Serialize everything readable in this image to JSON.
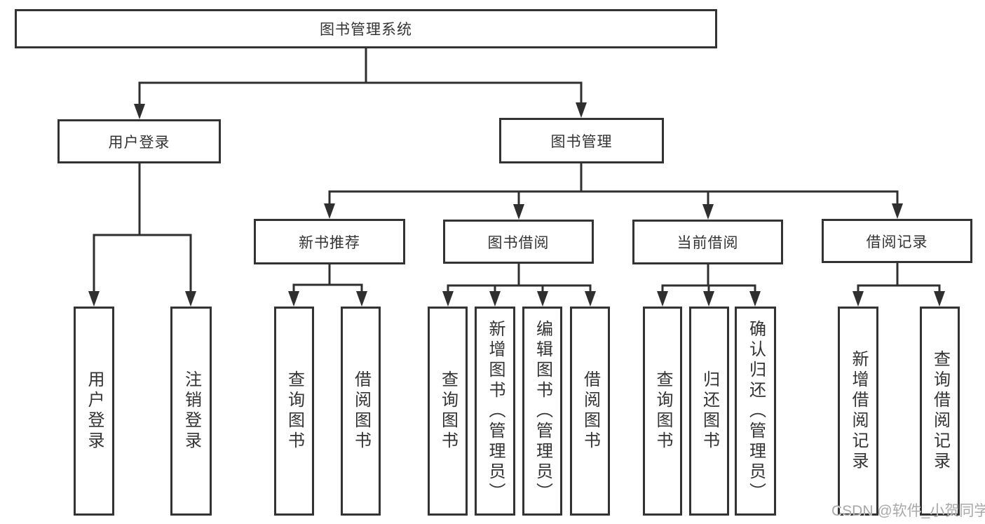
{
  "diagram": {
    "root_label": "图书管理系统",
    "nodes": {
      "user_login": "用户登录",
      "book_management": "图书管理",
      "new_book_recommend": "新书推荐",
      "book_borrow": "图书借阅",
      "current_borrow": "当前借阅",
      "borrow_records": "借阅记录"
    },
    "leaves": {
      "user": [
        "用户登录",
        "注销登录"
      ],
      "newbook": [
        "查询图书",
        "借阅图书"
      ],
      "borrow": [
        "查询图书",
        "新增图书（管理员）",
        "编辑图书（管理员）",
        "借阅图书"
      ],
      "current": [
        "查询图书",
        "归还图书",
        "确认归还（管理员）"
      ],
      "records": [
        "新增借阅记录",
        "查询借阅记录"
      ]
    },
    "watermark": "CSDN @软件_小贺同学",
    "colors": {
      "line": "#2f2f2f",
      "box_border": "#333333",
      "text": "#333333",
      "watermark": "#a9a9a9",
      "background": "#ffffff"
    }
  }
}
